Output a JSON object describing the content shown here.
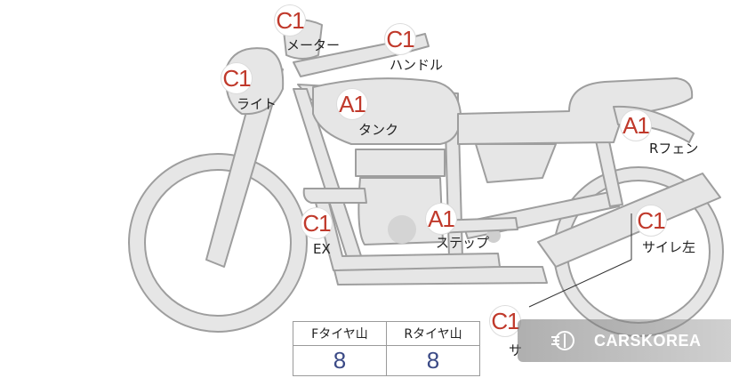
{
  "damage_markers": [
    {
      "id": "meter",
      "grade": "C1",
      "label": "メーター"
    },
    {
      "id": "handle",
      "grade": "C1",
      "label": "ハンドル"
    },
    {
      "id": "light",
      "grade": "C1",
      "label": "ライト"
    },
    {
      "id": "tank",
      "grade": "A1",
      "label": "タンク"
    },
    {
      "id": "r-fender",
      "grade": "A1",
      "label": "Rフェン"
    },
    {
      "id": "ex",
      "grade": "C1",
      "label": "EX"
    },
    {
      "id": "step",
      "grade": "A1",
      "label": "ステップ"
    },
    {
      "id": "silencer-left",
      "grade": "C1",
      "label": "サイレ左"
    },
    {
      "id": "silencer-right",
      "grade": "C1",
      "label": "サ"
    }
  ],
  "tread_table": {
    "front_label": "Fタイヤ山",
    "rear_label": "Rタイヤ山",
    "front_value": "8",
    "rear_value": "8"
  },
  "watermark": {
    "text": "CARSKOREA",
    "icon": "carskorea-logo-icon"
  },
  "colors": {
    "grade_text": "#c0392b",
    "value_text": "#3b4a86",
    "bike_fill": "#e6e6e6",
    "bike_stroke": "#9e9e9e"
  }
}
